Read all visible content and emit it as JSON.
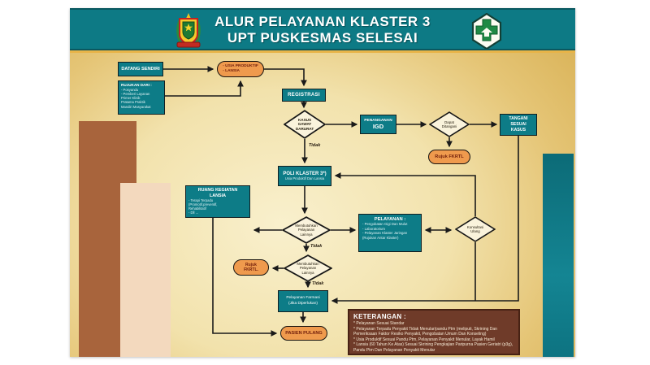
{
  "header": {
    "title_line1": "ALUR PELAYANAN KLASTER 3",
    "title_line2": "UPT PUSKESMAS SELESAI",
    "left_logo": "langkat-regency-crest",
    "right_logo": "puskesmas-hexagon-cross"
  },
  "nodes": {
    "datang_sendiri": {
      "label": "DATANG SENDIRI"
    },
    "rujukan_dari": {
      "title": "RUJUKAN DARI :",
      "body": [
        "- Posyandu",
        "- Pemberi Layanan",
        "Primer Klinik",
        "Pratama Praktik",
        "Mandiri Masyarakat"
      ]
    },
    "usia_produktif": {
      "label": [
        "- USIA PRODUKTIF",
        "- LANSIA"
      ]
    },
    "registrasi": {
      "label": "REGISTRASI"
    },
    "kasus_gawat_darurat": {
      "label": [
        "KASUS",
        "GAWAT",
        "DARURAT"
      ]
    },
    "penanganan_igd": {
      "line1": "PENANGANAN",
      "line2": "IGD"
    },
    "dapat_ditangani": {
      "label": [
        "Dapat",
        "Ditangani"
      ]
    },
    "tangani_sesuai_kasus": {
      "label": [
        "TANGANI",
        "SESUAI",
        "KASUS"
      ]
    },
    "rujuk_fkrtl_1": {
      "label": "Rujuk FKRTL"
    },
    "poli_klaster": {
      "title": "POLI KLASTER 3*)",
      "subtitle": "Usia Produktif Dan Lansia"
    },
    "ruang_kegiatan_lansia": {
      "title": [
        "RUANG KEGIATAN",
        "LANSIA"
      ],
      "body": [
        "- Terapi Terpadu",
        "(Promotif,preventif,",
        "Rehabilitatif",
        "- Dll ..."
      ]
    },
    "membutuhkan_1": {
      "label": [
        "Membutuhkan",
        "Pelayanan",
        "Lainnya"
      ]
    },
    "pelayanan": {
      "title": "PELAYANAN :",
      "body": [
        "- Pengobatan Gigi Dan Mulut",
        "- Laboratorium",
        "- Pelayanan Klaster Jaringan",
        "(Rujukan Antar Klaster)"
      ]
    },
    "konsultasi_ulang": {
      "label": [
        "Konsultasi",
        "Ulang"
      ]
    },
    "membutuhkan_2": {
      "label": [
        "Membutuhkan",
        "Pelayanan",
        "Lainnya"
      ]
    },
    "rujuk_fkrtl_2": {
      "label": [
        "Rujuk",
        "FKRTL."
      ]
    },
    "pelayanan_farmasi": {
      "label": [
        "Pelayanan Farmasi",
        "(Jika Diperlukan)"
      ]
    },
    "pasien_pulang": {
      "label": "PASIEN PULANG"
    }
  },
  "edge_labels": {
    "tidak": "Tidak"
  },
  "keterangan": {
    "title": "KETERANGAN :",
    "items": [
      "* Pelayanan Sesuai Standar",
      "* Pelayanan Terpadu Penyakit Tidak Menular/pandu Ptm (meliputi, Skrining Dan Pemeriksaan Faktor Resiko Penyakit, Pengobatan Umum Dan Konseling)",
      "* Usia Produktif Sesuai Pandu Ptm, Pelayanan Penyakit Menular, Layak Hamil",
      "* Lansia (60 Tahun Ke Atas) Sesuai Skrining Pengkajian Paripurna Pasien Geriatri (p3g), Pandu Ptm Dan Pelayanan Penyakit Menular"
    ]
  },
  "colors": {
    "header_teal": "#0d7a85",
    "box_teal": "#0d7c87",
    "gold_accent": "#e8b448",
    "orange_node": "#ef9a4d",
    "diamond_fill": "#faf3dc",
    "keterangan_brown": "#6f3b29",
    "decor_brown": "#a8643c",
    "decor_peach": "#f3d9be",
    "poster_gold": "#e5c576",
    "line_black": "#1a1a1a"
  }
}
